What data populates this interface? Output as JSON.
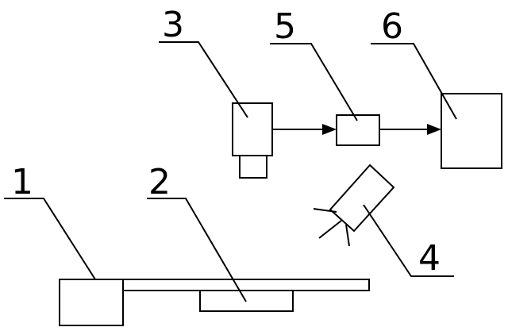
{
  "labels": {
    "part_1": "1",
    "part_2": "2",
    "part_3": "3",
    "part_4": "4",
    "part_5": "5",
    "part_6": "6"
  }
}
